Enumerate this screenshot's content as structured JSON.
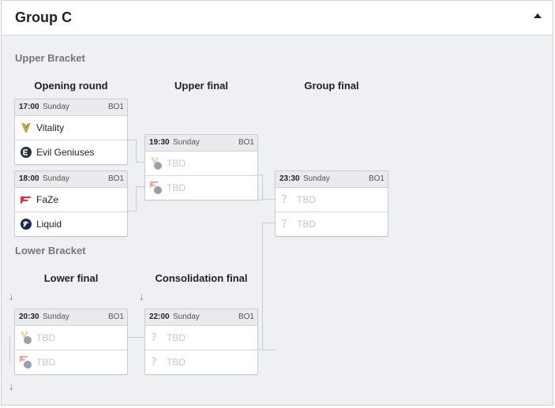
{
  "group": {
    "title": "Group C"
  },
  "upper": {
    "title": "Upper Bracket",
    "rounds": [
      "Opening round",
      "Upper final",
      "Group final"
    ]
  },
  "lower": {
    "title": "Lower Bracket",
    "rounds": [
      "Lower final",
      "Consolidation final"
    ]
  },
  "matches": {
    "m1": {
      "time": "17:00",
      "day": "Sunday",
      "bo": "BO1",
      "team1": "Vitality",
      "team2": "Evil Geniuses"
    },
    "m2": {
      "time": "18:00",
      "day": "Sunday",
      "bo": "BO1",
      "team1": "FaZe",
      "team2": "Liquid"
    },
    "m3": {
      "time": "19:30",
      "day": "Sunday",
      "bo": "BO1",
      "team1": "TBD",
      "team2": "TBD"
    },
    "m4": {
      "time": "23:30",
      "day": "Sunday",
      "bo": "BO1",
      "team1": "TBD",
      "team2": "TBD"
    },
    "m5": {
      "time": "20:30",
      "day": "Sunday",
      "bo": "BO1",
      "team1": "TBD",
      "team2": "TBD"
    },
    "m6": {
      "time": "22:00",
      "day": "Sunday",
      "bo": "BO1",
      "team1": "TBD",
      "team2": "TBD"
    }
  },
  "glyphs": {
    "question": "?",
    "arrow_down": "↓"
  },
  "colors": {
    "faze": "#e8303a",
    "vitality": "#c9a84a",
    "eg": "#2a2f3e",
    "liquid": "#1b2a4a"
  }
}
